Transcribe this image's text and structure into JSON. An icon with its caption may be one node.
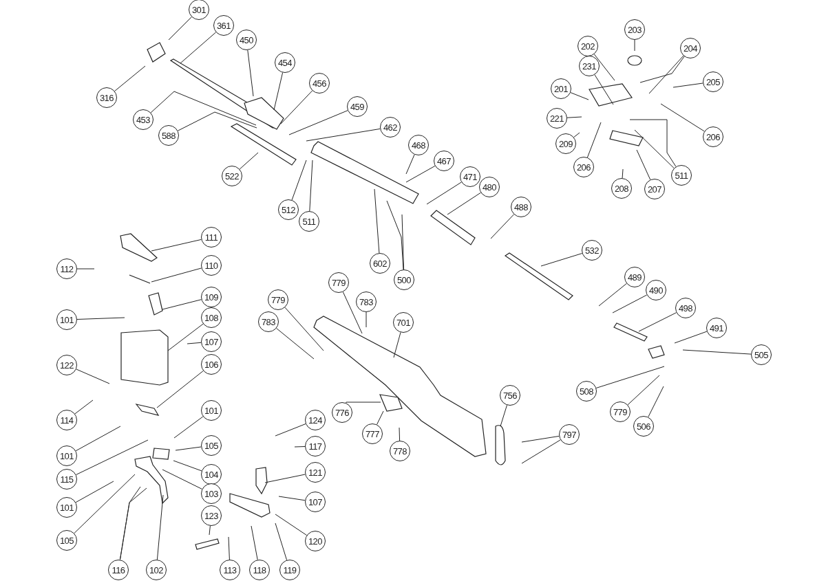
{
  "diagram": {
    "nodes": [
      {
        "text": [
          "301"
        ]
      },
      {
        "text": [
          "361"
        ]
      },
      {
        "text": [
          "450"
        ]
      },
      {
        "text": [
          "316"
        ]
      },
      {
        "text": [
          "454"
        ]
      },
      {
        "text": [
          "456"
        ]
      },
      {
        "text": [
          "453"
        ]
      },
      {
        "text": [
          "588"
        ]
      },
      {
        "text": [
          "459"
        ]
      },
      {
        "text": [
          "462"
        ]
      },
      {
        "text": [
          "468"
        ]
      },
      {
        "text": [
          "467"
        ]
      },
      {
        "text": [
          "522"
        ]
      },
      {
        "text": [
          "512"
        ]
      },
      {
        "text": [
          "511"
        ]
      },
      {
        "text": [
          "471"
        ]
      },
      {
        "text": [
          "480"
        ]
      },
      {
        "text": [
          "488"
        ]
      },
      {
        "text": [
          "602"
        ]
      },
      {
        "text": [
          "500"
        ]
      },
      {
        "text": [
          "532"
        ]
      },
      {
        "text": [
          "203"
        ]
      },
      {
        "text": [
          "202"
        ]
      },
      {
        "text": [
          "204"
        ]
      },
      {
        "text": [
          "231"
        ]
      },
      {
        "text": [
          "201"
        ]
      },
      {
        "text": [
          "205"
        ]
      },
      {
        "text": [
          "221"
        ]
      },
      {
        "text": [
          "206"
        ]
      },
      {
        "text": [
          "209"
        ]
      },
      {
        "text": [
          "206"
        ]
      },
      {
        "text": [
          "208"
        ]
      },
      {
        "text": [
          "207"
        ]
      },
      {
        "text": [
          "511"
        ]
      },
      {
        "text": [
          "111"
        ]
      },
      {
        "text": [
          "112"
        ]
      },
      {
        "text": [
          "110"
        ]
      },
      {
        "text": [
          "109"
        ]
      },
      {
        "text": [
          "101"
        ]
      },
      {
        "text": [
          "108"
        ]
      },
      {
        "text": [
          "107"
        ]
      },
      {
        "text": [
          "122"
        ]
      },
      {
        "text": [
          "106"
        ]
      },
      {
        "text": [
          "114"
        ]
      },
      {
        "text": [
          "101"
        ]
      },
      {
        "text": [
          "101"
        ]
      },
      {
        "text": [
          "105"
        ]
      },
      {
        "text": [
          "115"
        ]
      },
      {
        "text": [
          "104"
        ]
      },
      {
        "text": [
          "103"
        ]
      },
      {
        "text": [
          "101"
        ]
      },
      {
        "text": [
          "105"
        ]
      },
      {
        "text": [
          "116"
        ]
      },
      {
        "text": [
          "102"
        ]
      },
      {
        "text": [
          "123"
        ]
      },
      {
        "text": [
          "113"
        ]
      },
      {
        "text": [
          "118"
        ]
      },
      {
        "text": [
          "119"
        ]
      },
      {
        "text": [
          "120"
        ]
      },
      {
        "text": [
          "107"
        ]
      },
      {
        "text": [
          "121"
        ]
      },
      {
        "text": [
          "117"
        ]
      },
      {
        "text": [
          "124"
        ]
      },
      {
        "text": [
          "779"
        ]
      },
      {
        "text": [
          "783"
        ]
      },
      {
        "text": [
          "779"
        ]
      },
      {
        "text": [
          "783"
        ]
      },
      {
        "text": [
          "701"
        ]
      },
      {
        "text": [
          "776"
        ]
      },
      {
        "text": [
          "777"
        ]
      },
      {
        "text": [
          "778"
        ]
      },
      {
        "text": [
          "756"
        ]
      },
      {
        "text": [
          "797"
        ]
      },
      {
        "text": [
          "489"
        ]
      },
      {
        "text": [
          "490"
        ]
      },
      {
        "text": [
          "498"
        ]
      },
      {
        "text": [
          "491"
        ]
      },
      {
        "text": [
          "505"
        ]
      },
      {
        "text": [
          "508"
        ]
      },
      {
        "text": [
          "779"
        ]
      },
      {
        "text": [
          "506"
        ]
      }
    ],
    "edges": [
      {
        "from": 0,
        "to": null,
        "arrow": "none"
      },
      {
        "from": 1,
        "to": null,
        "arrow": "none"
      },
      {
        "from": 2,
        "to": null,
        "arrow": "none"
      },
      {
        "from": 3,
        "to": null,
        "arrow": "none"
      },
      {
        "from": 4,
        "to": null,
        "arrow": "none"
      },
      {
        "from": 5,
        "to": null,
        "arrow": "none"
      },
      {
        "from": 6,
        "to": null,
        "arrow": "none"
      },
      {
        "from": 7,
        "to": null,
        "arrow": "none"
      },
      {
        "from": 8,
        "to": null,
        "arrow": "none"
      },
      {
        "from": 9,
        "to": null,
        "arrow": "none"
      },
      {
        "from": 10,
        "to": null,
        "arrow": "none"
      },
      {
        "from": 11,
        "to": null,
        "arrow": "none"
      },
      {
        "from": 12,
        "to": null,
        "arrow": "none"
      },
      {
        "from": 13,
        "to": null,
        "arrow": "none"
      },
      {
        "from": 14,
        "to": null,
        "arrow": "none"
      },
      {
        "from": 15,
        "to": null,
        "arrow": "none"
      },
      {
        "from": 16,
        "to": null,
        "arrow": "none"
      },
      {
        "from": 17,
        "to": null,
        "arrow": "none"
      },
      {
        "from": 18,
        "to": null,
        "arrow": "none"
      },
      {
        "from": 19,
        "to": null,
        "arrow": "none"
      },
      {
        "from": 19,
        "to": null,
        "arrow": "none"
      },
      {
        "from": 20,
        "to": null,
        "arrow": "none"
      },
      {
        "from": 21,
        "to": null,
        "arrow": "none"
      },
      {
        "from": 22,
        "to": null,
        "arrow": "none"
      },
      {
        "from": 23,
        "to": null,
        "arrow": "none"
      },
      {
        "from": 23,
        "to": null,
        "arrow": "none"
      },
      {
        "from": 24,
        "to": null,
        "arrow": "none"
      },
      {
        "from": 25,
        "to": null,
        "arrow": "none"
      },
      {
        "from": 26,
        "to": null,
        "arrow": "none"
      },
      {
        "from": 27,
        "to": null,
        "arrow": "none"
      },
      {
        "from": 28,
        "to": null,
        "arrow": "none"
      },
      {
        "from": 29,
        "to": null,
        "arrow": "none"
      },
      {
        "from": 30,
        "to": null,
        "arrow": "none"
      },
      {
        "from": 31,
        "to": null,
        "arrow": "none"
      },
      {
        "from": 32,
        "to": null,
        "arrow": "none"
      },
      {
        "from": 33,
        "to": null,
        "arrow": "none"
      },
      {
        "from": 33,
        "to": null,
        "arrow": "none"
      },
      {
        "from": 34,
        "to": null,
        "arrow": "none"
      },
      {
        "from": 35,
        "to": null,
        "arrow": "none"
      },
      {
        "from": 36,
        "to": null,
        "arrow": "none"
      },
      {
        "from": 37,
        "to": null,
        "arrow": "none"
      },
      {
        "from": 38,
        "to": null,
        "arrow": "none"
      },
      {
        "from": 39,
        "to": null,
        "arrow": "none"
      },
      {
        "from": 40,
        "to": null,
        "arrow": "none"
      },
      {
        "from": 41,
        "to": null,
        "arrow": "none"
      },
      {
        "from": 42,
        "to": null,
        "arrow": "none"
      },
      {
        "from": 43,
        "to": null,
        "arrow": "none"
      },
      {
        "from": 44,
        "to": null,
        "arrow": "none"
      },
      {
        "from": 45,
        "to": null,
        "arrow": "none"
      },
      {
        "from": 46,
        "to": null,
        "arrow": "none"
      },
      {
        "from": 47,
        "to": null,
        "arrow": "none"
      },
      {
        "from": 48,
        "to": null,
        "arrow": "none"
      },
      {
        "from": 49,
        "to": null,
        "arrow": "none"
      },
      {
        "from": 50,
        "to": null,
        "arrow": "none"
      },
      {
        "from": 51,
        "to": null,
        "arrow": "none"
      },
      {
        "from": 52,
        "to": null,
        "arrow": "none"
      },
      {
        "from": 52,
        "to": null,
        "arrow": "none"
      },
      {
        "from": 53,
        "to": null,
        "arrow": "none"
      },
      {
        "from": 54,
        "to": null,
        "arrow": "none"
      },
      {
        "from": 55,
        "to": null,
        "arrow": "none"
      },
      {
        "from": 56,
        "to": null,
        "arrow": "none"
      },
      {
        "from": 57,
        "to": null,
        "arrow": "none"
      },
      {
        "from": 58,
        "to": null,
        "arrow": "none"
      },
      {
        "from": 59,
        "to": null,
        "arrow": "none"
      },
      {
        "from": 60,
        "to": null,
        "arrow": "none"
      },
      {
        "from": 61,
        "to": null,
        "arrow": "none"
      },
      {
        "from": 62,
        "to": null,
        "arrow": "none"
      },
      {
        "from": 63,
        "to": null,
        "arrow": "none"
      },
      {
        "from": 64,
        "to": null,
        "arrow": "none"
      },
      {
        "from": 65,
        "to": null,
        "arrow": "none"
      },
      {
        "from": 66,
        "to": null,
        "arrow": "none"
      },
      {
        "from": 67,
        "to": null,
        "arrow": "none"
      },
      {
        "from": 68,
        "to": null,
        "arrow": "none"
      },
      {
        "from": 69,
        "to": null,
        "arrow": "none"
      },
      {
        "from": 70,
        "to": null,
        "arrow": "none"
      },
      {
        "from": 71,
        "to": null,
        "arrow": "none"
      },
      {
        "from": 72,
        "to": null,
        "arrow": "none"
      },
      {
        "from": 72,
        "to": null,
        "arrow": "none"
      },
      {
        "from": 73,
        "to": null,
        "arrow": "none"
      },
      {
        "from": 74,
        "to": null,
        "arrow": "none"
      },
      {
        "from": 75,
        "to": null,
        "arrow": "none"
      },
      {
        "from": 76,
        "to": null,
        "arrow": "none"
      },
      {
        "from": 77,
        "to": null,
        "arrow": "none"
      },
      {
        "from": 78,
        "to": null,
        "arrow": "none"
      },
      {
        "from": 79,
        "to": null,
        "arrow": "none"
      },
      {
        "from": 80,
        "to": null,
        "arrow": "none"
      }
    ]
  }
}
